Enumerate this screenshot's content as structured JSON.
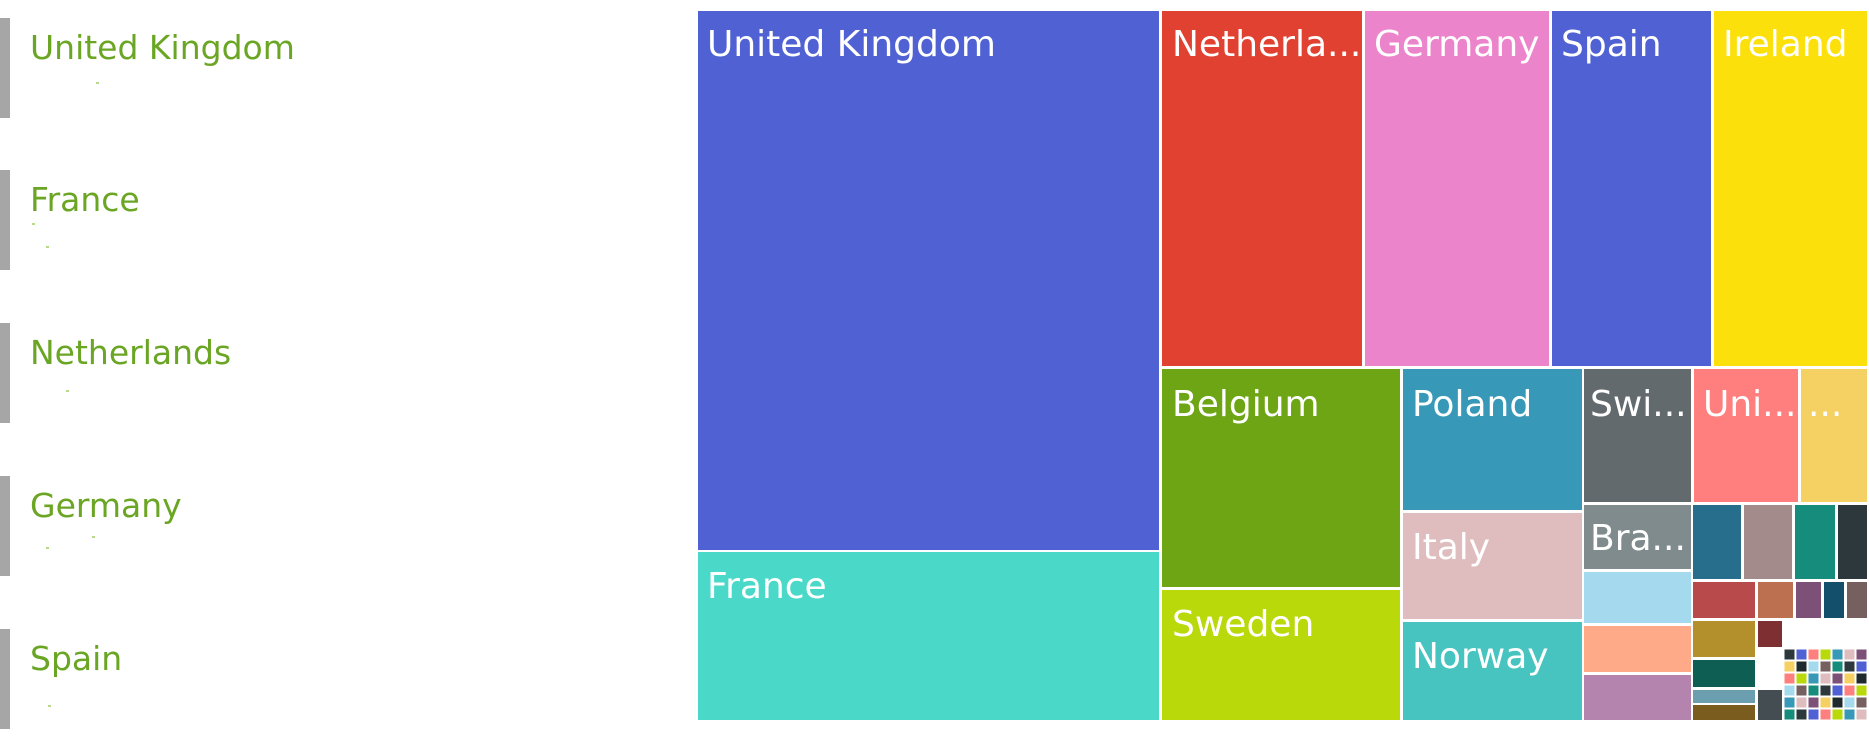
{
  "list": {
    "items": [
      {
        "label": "United Kingdom"
      },
      {
        "label": "France"
      },
      {
        "label": "Netherlands"
      },
      {
        "label": "Germany"
      },
      {
        "label": "Spain"
      }
    ],
    "bar_color": "#a6a6a6",
    "label_color": "#6aa624"
  },
  "chart_data": {
    "type": "treemap",
    "title": "",
    "tiles": [
      {
        "label": "United Kingdom",
        "value": 176,
        "color": "#5062d3"
      },
      {
        "label": "France",
        "value": 56,
        "color": "#4ad9c8"
      },
      {
        "label": "Netherla...",
        "value": 60,
        "color": "#e04131"
      },
      {
        "label": "Germany",
        "value": 56,
        "color": "#ec84cc"
      },
      {
        "label": "Spain",
        "value": 48,
        "color": "#5062d3"
      },
      {
        "label": "Ireland",
        "value": 47,
        "color": "#fbe00b"
      },
      {
        "label": "Belgium",
        "value": 28,
        "color": "#6ea515"
      },
      {
        "label": "Sweden",
        "value": 17,
        "color": "#b9d90b"
      },
      {
        "label": "Poland",
        "value": 16,
        "color": "#3798b8"
      },
      {
        "label": "Italy",
        "value": 12,
        "color": "#dfbdbe"
      },
      {
        "label": "Norway",
        "value": 11,
        "color": "#48c4c0"
      },
      {
        "label": "Swi...",
        "value": 10,
        "color": "#626a6d"
      },
      {
        "label": "Uni...",
        "value": 9,
        "color": "#fe7f7e"
      },
      {
        "label": "...",
        "value": 5,
        "color": "#f5d062"
      },
      {
        "label": "Bra...",
        "value": 5,
        "color": "#7f8b8c"
      }
    ],
    "small_tile_colors": [
      "#a5daee",
      "#fea988",
      "#b584ae",
      "#276e8c",
      "#a38b8b",
      "#158c7c",
      "#2c383b",
      "#b94a4c",
      "#bd704f",
      "#7c5077",
      "#134f6a",
      "#765f5f",
      "#b3902b",
      "#0f5e53",
      "#1f2a2c",
      "#7e2f31",
      "#444e52",
      "#6b9fb0",
      "#7a5c1f"
    ]
  }
}
